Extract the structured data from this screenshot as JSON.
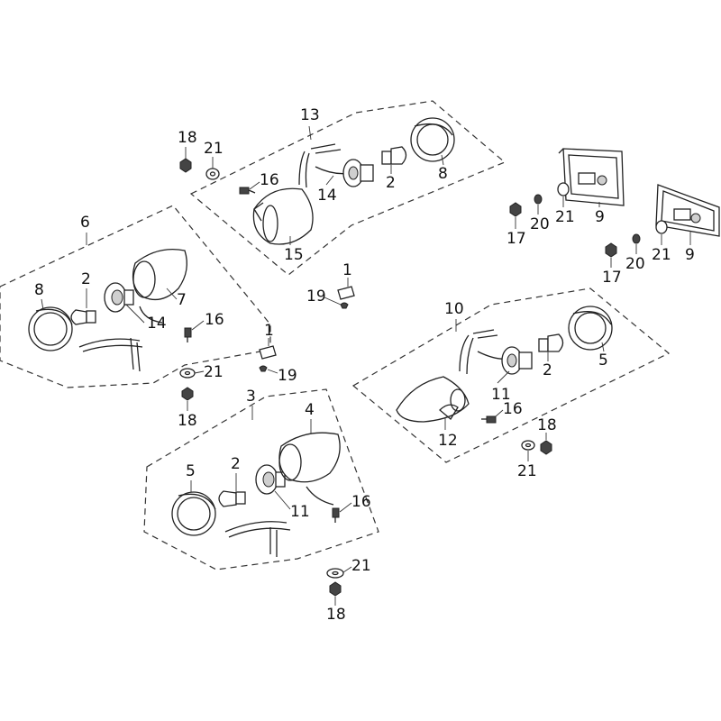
{
  "callouts": {
    "c_6": "6",
    "c_8a": "8",
    "c_2a": "2",
    "c_14a": "14",
    "c_7": "7",
    "c_16a": "16",
    "c_13": "13",
    "c_18a": "18",
    "c_21a": "21",
    "c_16b": "16",
    "c_14b": "14",
    "c_2b": "2",
    "c_8b": "8",
    "c_15": "15",
    "c_1a": "1",
    "c_19a": "19",
    "c_1b": "1",
    "c_19b": "19",
    "c_21b": "21",
    "c_18b": "18",
    "c_3": "3",
    "c_4": "4",
    "c_5a": "5",
    "c_2c": "2",
    "c_11a": "11",
    "c_16c": "16",
    "c_21c": "21",
    "c_18c": "18",
    "c_10": "10",
    "c_11b": "11",
    "c_2d": "2",
    "c_5b": "5",
    "c_16d": "16",
    "c_12": "12",
    "c_18d": "18",
    "c_21d": "21",
    "c_17a": "17",
    "c_20a": "20",
    "c_21e": "21",
    "c_9a": "9",
    "c_17b": "17",
    "c_20b": "20",
    "c_21f": "21",
    "c_9b": "9"
  }
}
